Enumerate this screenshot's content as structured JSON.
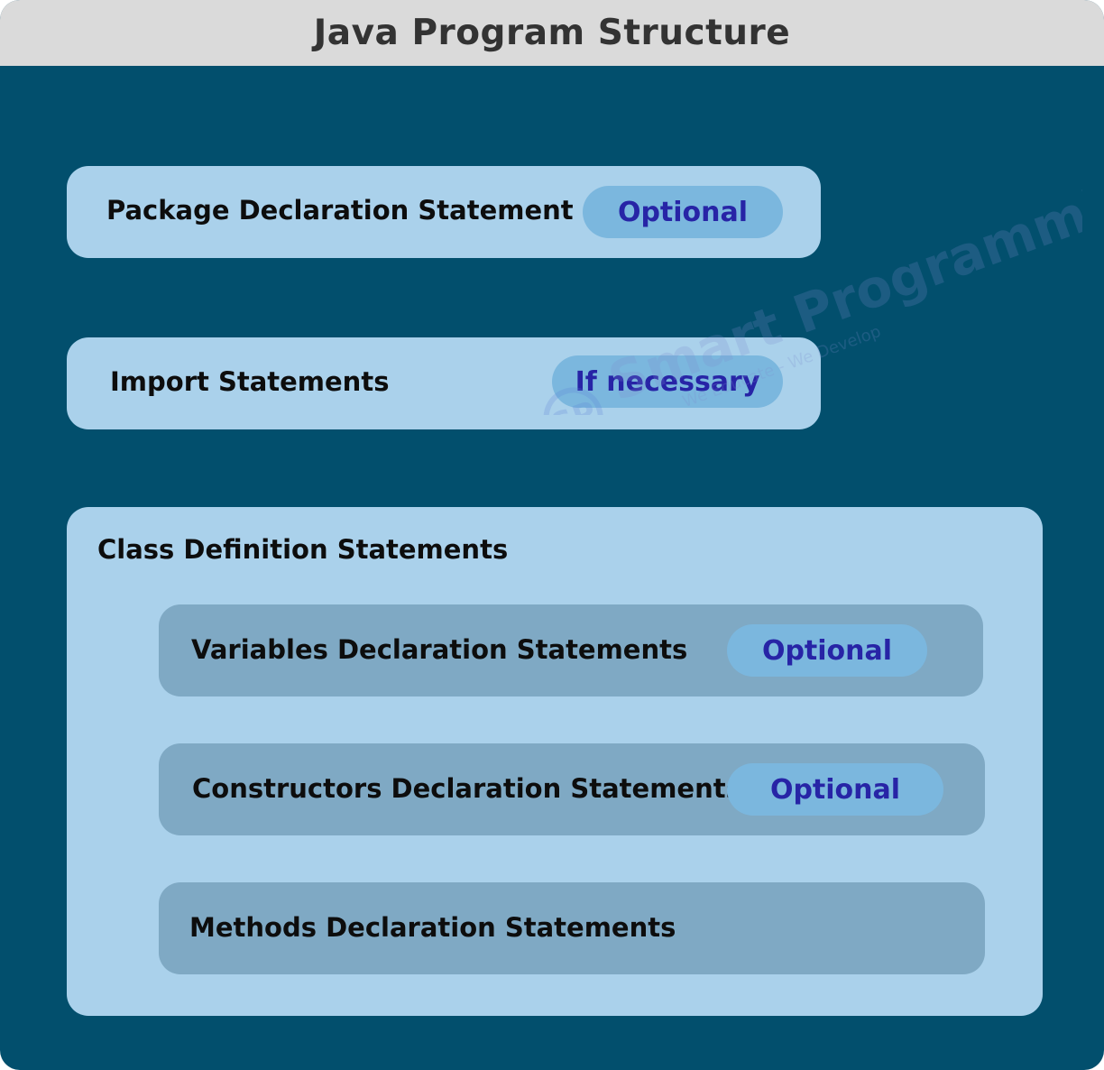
{
  "title": "Java Program Structure",
  "colors": {
    "background": "#024f6d",
    "header": "#dadada",
    "box": "#aad1eb",
    "inner_box": "#7fa9c4",
    "pill": "#7bb7de",
    "pill_text": "#2724a6"
  },
  "sections": {
    "package": {
      "label": "Package Declaration Statement",
      "tag": "Optional"
    },
    "import": {
      "label": "Import Statements",
      "tag": "If necessary"
    },
    "class": {
      "label": "Class Definition Statements",
      "members": {
        "variables": {
          "label": "Variables Declaration Statements",
          "tag": "Optional"
        },
        "constructors": {
          "label": "Constructors Declaration Statements",
          "tag": "Optional"
        },
        "methods": {
          "label": "Methods Declaration Statements"
        }
      }
    }
  },
  "watermark": {
    "brand": "Smart Programming",
    "tagline": "We Educate - We Develop",
    "logo_letters": "SP"
  }
}
